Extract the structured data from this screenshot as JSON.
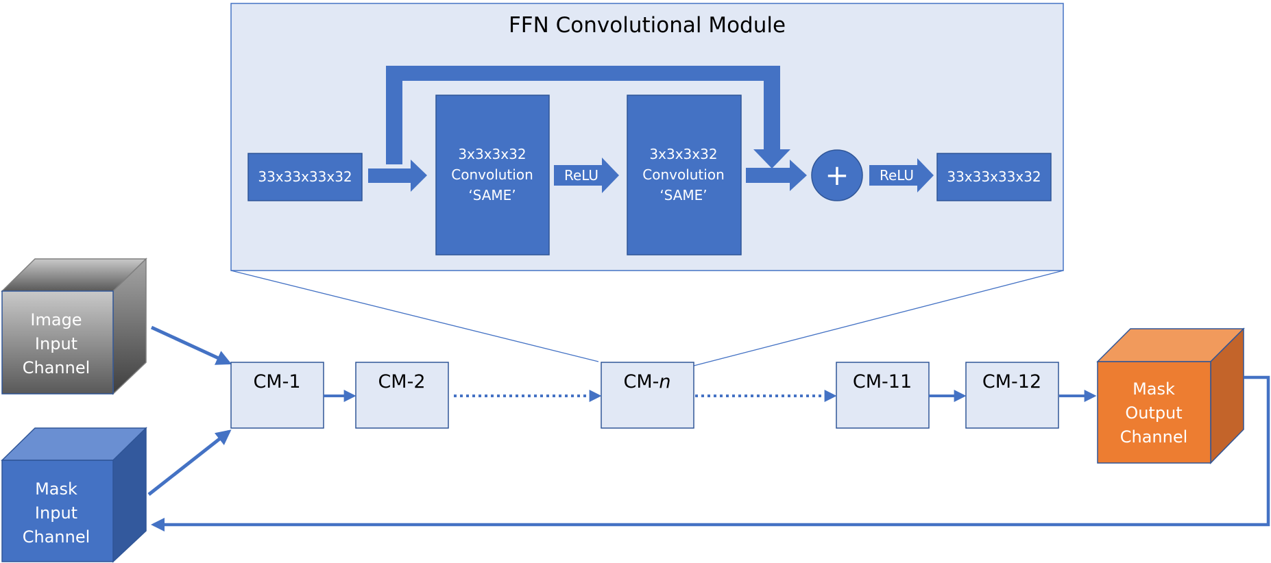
{
  "module": {
    "title": "FFN Convolutional Module",
    "input_block": "33x33x33x32",
    "conv1": [
      "3x3x3x32",
      "Convolution",
      "‘SAME’"
    ],
    "relu1": "ReLU",
    "conv2": [
      "3x3x3x32",
      "Convolution",
      "‘SAME’"
    ],
    "add_symbol": "+",
    "relu2": "ReLU",
    "output_block": "33x33x33x32"
  },
  "chain": {
    "cm1": "CM-1",
    "cm2": "CM-2",
    "cmn_prefix": "CM-",
    "cmn_suffix": "n",
    "cm11": "CM-11",
    "cm12": "CM-12"
  },
  "cubes": {
    "image_input": [
      "Image",
      "Input",
      "Channel"
    ],
    "mask_input": [
      "Mask",
      "Input",
      "Channel"
    ],
    "mask_output": [
      "Mask",
      "Output",
      "Channel"
    ]
  },
  "colors": {
    "blue": "#4472C4",
    "light_blue_fill": "#E1E8F5",
    "box_stroke": "#2F5597",
    "orange": "#ED7D31",
    "gray": "#8C8C8C"
  }
}
